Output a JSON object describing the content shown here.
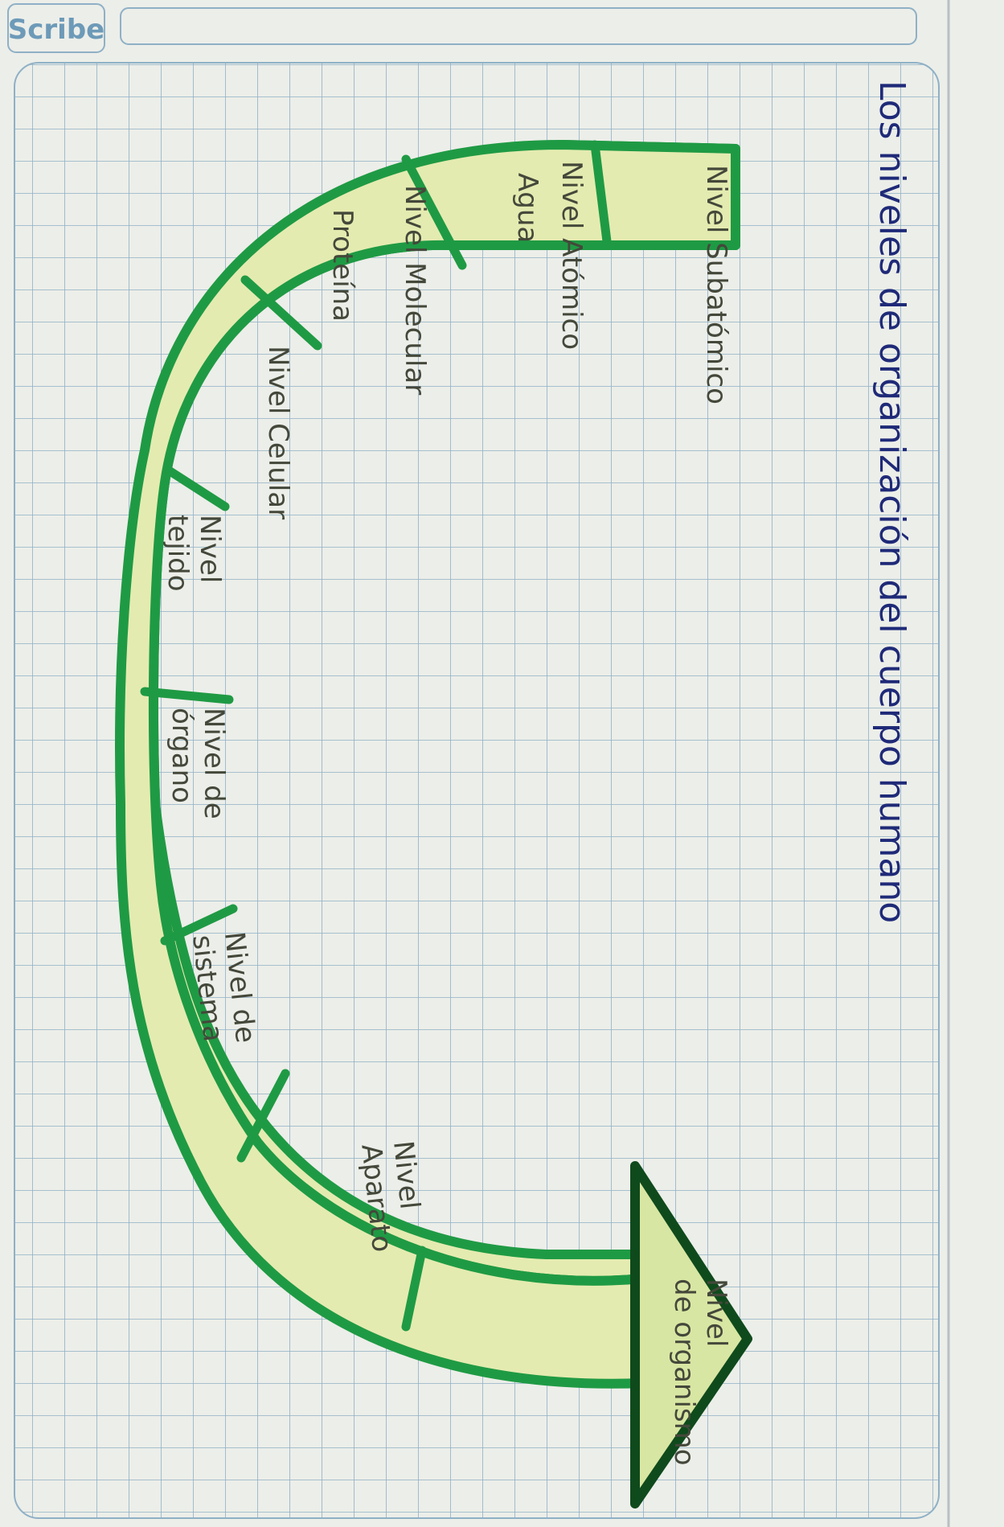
{
  "brand": {
    "label": "Scribe"
  },
  "title": "Los niveles de organización del cuerpo humano",
  "diagram": {
    "type": "curved-arrow-sequence",
    "colors": {
      "band_fill": "#e4ebb0",
      "band_stroke": "#1f9a44",
      "arrow_head_fill": "#d8e6a3",
      "arrow_head_stroke": "#0f4a1c",
      "ink": "#1f2a78"
    },
    "levels": [
      {
        "id": "subatomico",
        "lines": [
          "Nivel Subatómico"
        ]
      },
      {
        "id": "atomico",
        "lines": [
          "Nivel Atómico"
        ]
      },
      {
        "id": "agua",
        "lines": [
          "Agua"
        ]
      },
      {
        "id": "molecular",
        "lines": [
          "Nivel Molecular"
        ]
      },
      {
        "id": "proteina",
        "lines": [
          "Proteína"
        ]
      },
      {
        "id": "celular",
        "lines": [
          "Nivel Celular"
        ]
      },
      {
        "id": "tejido",
        "lines": [
          "Nivel",
          "tejido"
        ]
      },
      {
        "id": "organo",
        "lines": [
          "Nivel de",
          "órgano"
        ]
      },
      {
        "id": "sistema",
        "lines": [
          "Nivel de",
          "sistema"
        ]
      },
      {
        "id": "aparato",
        "lines": [
          "Nivel",
          "Aparato"
        ]
      },
      {
        "id": "organismo",
        "lines": [
          "Nivel",
          "de organismo"
        ]
      }
    ]
  }
}
